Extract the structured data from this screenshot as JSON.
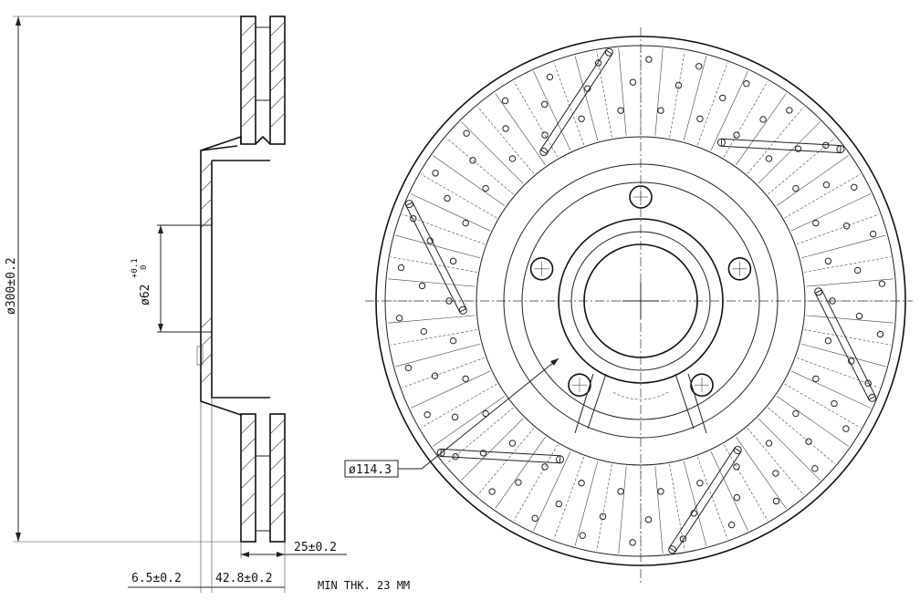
{
  "dimensions": {
    "outer_diameter": "ø300±0.2",
    "hub_bore": "ø62",
    "hub_bore_tol_upper": "+0.1",
    "hub_bore_tol_lower": "0",
    "thickness": "25±0.2",
    "hat_offset": "6.5±0.2",
    "overall_height": "42.8±0.2",
    "min_thickness": "MIN THK. 23 MM",
    "bolt_circle": "ø114.3"
  },
  "features": {
    "bolt_holes": 5,
    "view_left": "section-view",
    "view_right": "face-view-drilled-slotted"
  }
}
